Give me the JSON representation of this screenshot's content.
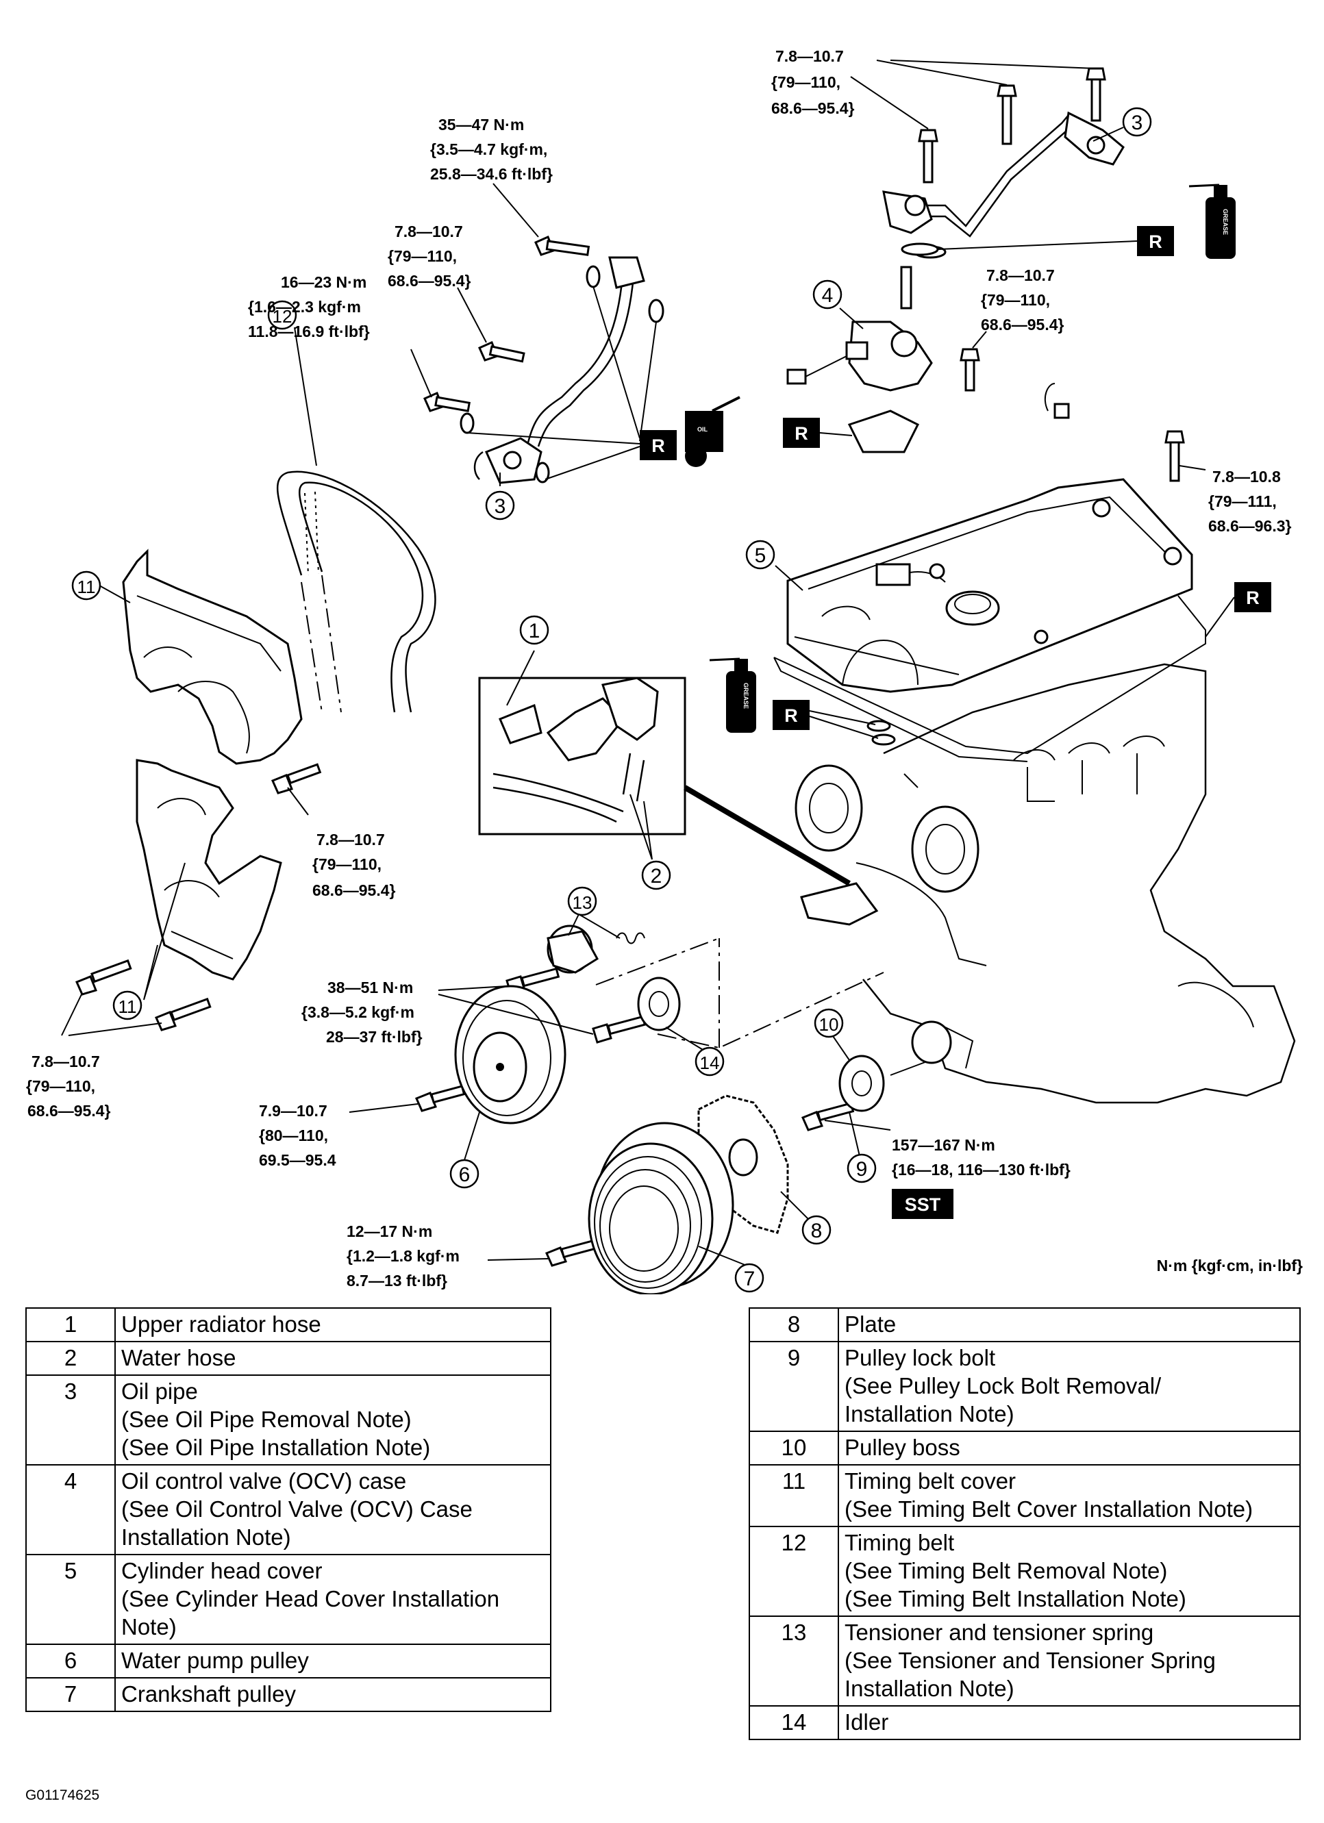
{
  "torque_labels": {
    "top_right": [
      "7.8—10.7",
      "{79—110,",
      "68.6—95.4}"
    ],
    "oil_pipe_bolt": [
      "35—47 N·m",
      "{3.5—4.7 kgf·m,",
      "25.8—34.6 ft·lbf}"
    ],
    "oil_pipe_mid": [
      "7.8—10.7",
      "{79—110,",
      "68.6—95.4}"
    ],
    "oil_pipe_lower": [
      "16—23 N·m",
      "{1.6—2.3 kgf·m",
      "11.8—16.9 ft·lbf}"
    ],
    "ocv_case": [
      "7.8—10.7",
      "{79—110,",
      "68.6—95.4}"
    ],
    "head_cover": [
      "7.8—10.8",
      "{79—111,",
      "68.6—96.3}"
    ],
    "timing_cover_upper": [
      "7.8—10.7",
      "{79—110,",
      "68.6—95.4}"
    ],
    "timing_cover_lower": [
      "7.8—10.7",
      "{79—110,",
      "68.6—95.4}"
    ],
    "tensioner_idler": [
      "38—51 N·m",
      "{3.8—5.2 kgf·m",
      "28—37 ft·lbf}"
    ],
    "water_pump_pulley": [
      "7.9—10.7",
      "{80—110,",
      "69.5—95.4"
    ],
    "pulley_lock_bolt": [
      "157—167 N·m",
      "{16—18, 116—130 ft·lbf}"
    ],
    "crankshaft_pulley": [
      "12—17 N·m",
      "{1.2—1.8 kgf·m",
      "8.7—13 ft·lbf}"
    ]
  },
  "unit_note": "N·m {kgf·cm, in·lbf}",
  "box_labels": {
    "replace": "R",
    "sst": "SST",
    "grease": "GREASE",
    "oil": "OIL"
  },
  "callouts": {
    "c1": "1",
    "c2": "2",
    "c3a": "3",
    "c3b": "3",
    "c4": "4",
    "c5": "5",
    "c6": "6",
    "c7": "7",
    "c8": "8",
    "c9": "9",
    "c10": "10",
    "c11a": "11",
    "c11b": "11",
    "c12": "12",
    "c13": "13",
    "c14": "14"
  },
  "table_left": [
    {
      "num": "1",
      "lines": [
        "Upper radiator hose"
      ]
    },
    {
      "num": "2",
      "lines": [
        "Water hose"
      ]
    },
    {
      "num": "3",
      "lines": [
        "Oil pipe",
        "(See Oil Pipe Removal Note)",
        "(See Oil Pipe Installation Note)"
      ]
    },
    {
      "num": "4",
      "lines": [
        "Oil control valve (OCV) case",
        "(See Oil Control Valve (OCV) Case",
        "Installation Note)"
      ]
    },
    {
      "num": "5",
      "lines": [
        "Cylinder head cover",
        "(See  Cylinder Head Cover Installation",
        "Note)"
      ]
    },
    {
      "num": "6",
      "lines": [
        "Water pump pulley"
      ]
    },
    {
      "num": "7",
      "lines": [
        "Crankshaft pulley"
      ]
    }
  ],
  "table_right": [
    {
      "num": "8",
      "lines": [
        "Plate"
      ]
    },
    {
      "num": "9",
      "lines": [
        "Pulley lock bolt",
        "(See Pulley Lock Bolt Removal/",
        "Installation Note)"
      ]
    },
    {
      "num": "10",
      "lines": [
        "Pulley boss"
      ]
    },
    {
      "num": "11",
      "lines": [
        "Timing belt cover",
        "(See Timing Belt Cover Installation Note)"
      ]
    },
    {
      "num": "12",
      "lines": [
        "Timing belt",
        "(See Timing Belt Removal Note)",
        "(See Timing Belt Installation Note)"
      ]
    },
    {
      "num": "13",
      "lines": [
        "Tensioner and tensioner spring",
        "(See Tensioner and Tensioner Spring",
        "Installation Note)"
      ]
    },
    {
      "num": "14",
      "lines": [
        "Idler"
      ]
    }
  ],
  "figure_id": "G01174625"
}
